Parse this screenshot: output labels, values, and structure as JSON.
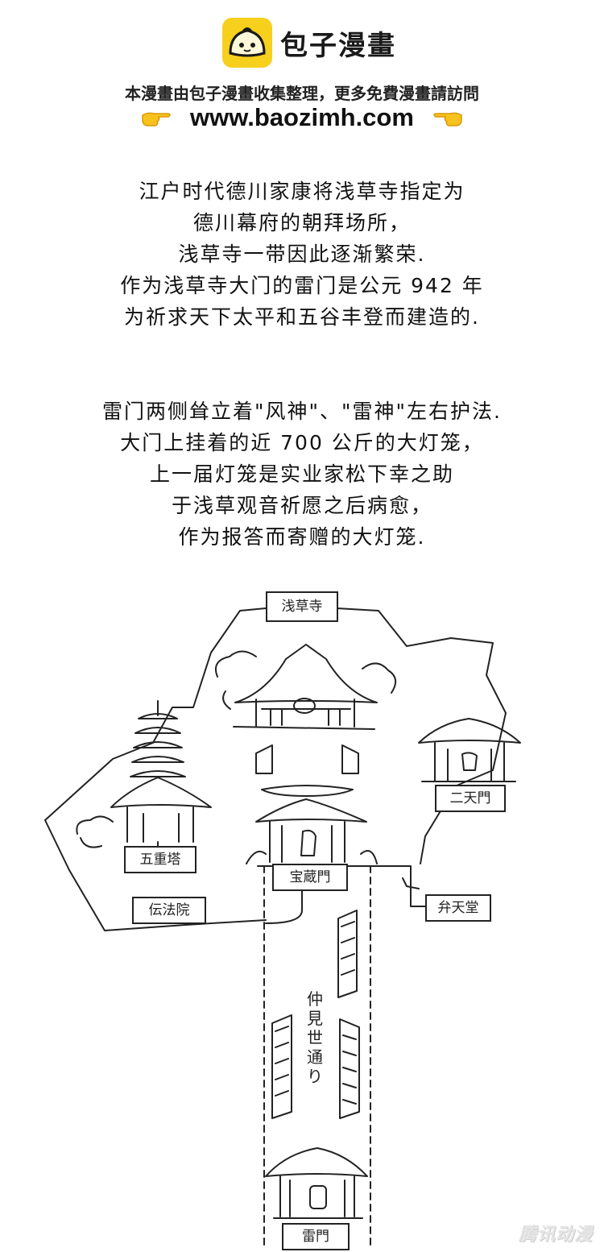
{
  "header": {
    "brand": "包子漫畫",
    "tagline": "本漫畫由包子漫畫收集整理，更多免費漫畫請訪問",
    "url": "www.baozimh.com",
    "icons": [
      "baozi-logo-icon",
      "pointing-hand-right-icon",
      "pointing-hand-left-icon"
    ],
    "logo_color": "#f7cf1d"
  },
  "paragraph1": {
    "lines": [
      "江户时代德川家康将浅草寺指定为",
      "德川幕府的朝拜场所，",
      "浅草寺一带因此逐渐繁荣.",
      "作为浅草寺大门的雷门是公元 942 年",
      "为祈求天下太平和五谷丰登而建造的."
    ]
  },
  "paragraph2": {
    "lines": [
      "雷门两侧耸立着\"风神\"、\"雷神\"左右护法.",
      "大门上挂着的近 700 公斤的大灯笼，",
      "上一届灯笼是实业家松下幸之助",
      "于浅草观音祈愿之后病愈，",
      "作为报答而寄赠的大灯笼."
    ]
  },
  "map": {
    "labels": {
      "sensoji": "浅草寺",
      "nitenmon": "二天門",
      "gojunoto": "五重塔",
      "hozomon": "宝蔵門",
      "denboin": "伝法院",
      "bentendo": "弁天堂",
      "kaminarimon": "雷門"
    },
    "street": [
      "仲",
      "見",
      "世",
      "通",
      "り"
    ]
  },
  "watermark": "腾讯动漫"
}
